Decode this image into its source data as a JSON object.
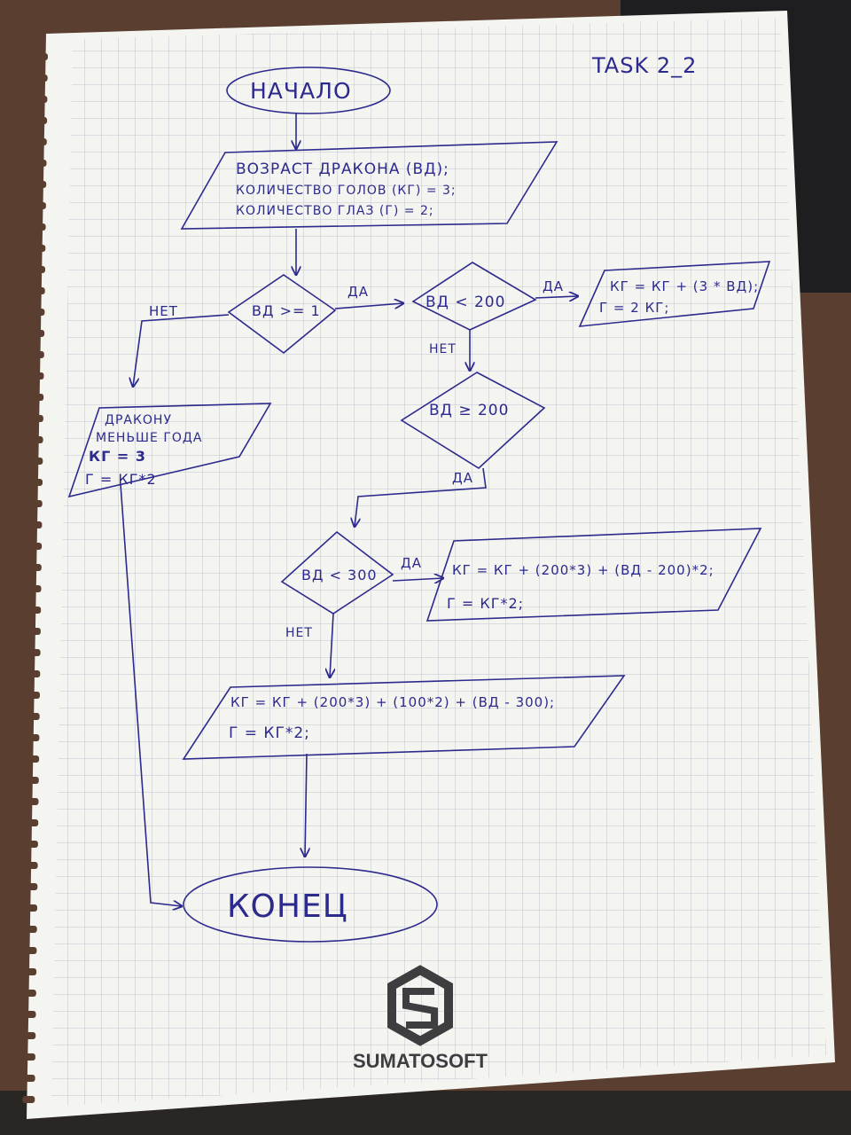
{
  "task_label": "TASK 2_2",
  "nodes": {
    "start": "НАЧАЛО",
    "input": {
      "line1": "ВОЗРАСТ ДРАКОНА (ВД);",
      "line2": "КОЛИЧЕСТВО ГОЛОВ (КГ) = 3;",
      "line3": "КОЛИЧЕСТВО ГЛАЗ (Г) = 2;"
    },
    "cond1": "ВД >= 1",
    "cond2": "ВД < 200",
    "out_under200": {
      "line1": "КГ = КГ + (3 * ВД);",
      "line2": "Г = 2 КГ;"
    },
    "cond3": "ВД ≥ 200",
    "out_young": {
      "line1": "ДРАКОНУ",
      "line2": "МЕНЬШЕ ГОДА",
      "line3": "КГ = 3",
      "line4": "Г = КГ*2"
    },
    "cond4": "ВД < 300",
    "out_under300": {
      "line1": "КГ = КГ + (200*3) + (ВД - 200)*2;",
      "line2": "Г = КГ*2;"
    },
    "out_over300": {
      "line1": "КГ = КГ + (200*3) + (100*2) + (ВД - 300);",
      "line2": "Г = КГ*2;"
    },
    "end": "КОНЕЦ"
  },
  "edge_labels": {
    "cond1_yes": "ДА",
    "cond1_no": "НЕТ",
    "cond2_yes": "ДА",
    "cond2_no": "НЕТ",
    "cond3_yes": "ДА",
    "cond4_yes": "ДА",
    "cond4_no": "НЕТ"
  },
  "watermark": "SUMATOSOFT",
  "colors": {
    "ink": "#2c2a8c",
    "paper": "#f4f4f1",
    "grid": "#b9bcc8",
    "background": "#3b2f28",
    "logo": "#3e3e40"
  }
}
